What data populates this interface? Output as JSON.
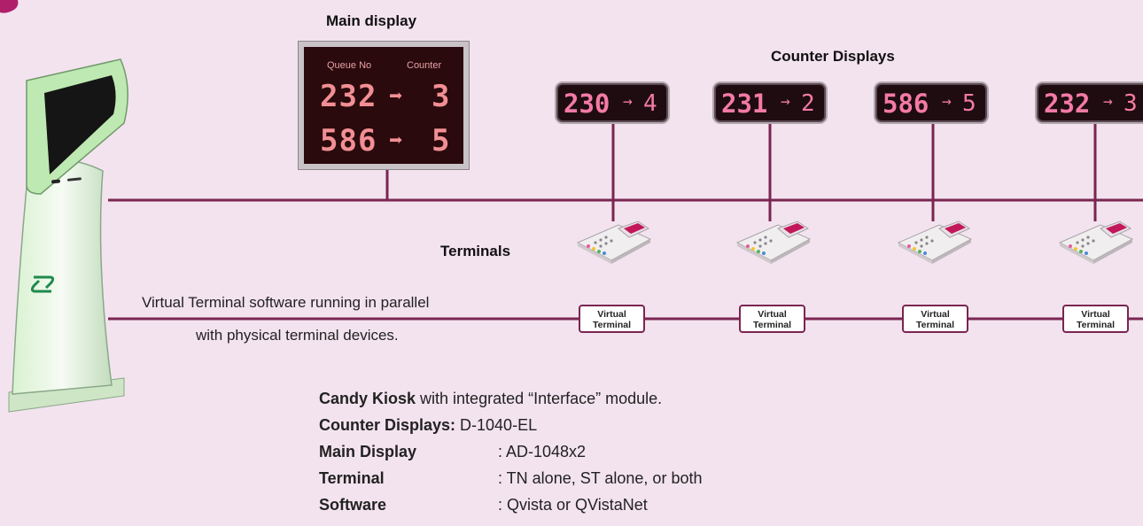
{
  "labels": {
    "main_display": "Main display",
    "counter_displays": "Counter Displays",
    "terminals": "Terminals",
    "virtual_desc_line1": "Virtual Terminal software running in parallel",
    "virtual_desc_line2": "with physical terminal devices."
  },
  "main_display": {
    "header_left": "Queue No",
    "header_right": "Counter",
    "rows": [
      {
        "queue": "232",
        "arrow": "➡",
        "counter": "3"
      },
      {
        "queue": "586",
        "arrow": "➡",
        "counter": "5"
      }
    ]
  },
  "counter_displays": [
    {
      "queue": "230",
      "arrow": "→",
      "counter": "4"
    },
    {
      "queue": "231",
      "arrow": "→",
      "counter": "2"
    },
    {
      "queue": "586",
      "arrow": "→",
      "counter": "5"
    },
    {
      "queue": "232",
      "arrow": "→",
      "counter": "3"
    }
  ],
  "virtual_terminals": [
    {
      "line1": "Virtual",
      "line2": "Terminal"
    },
    {
      "line1": "Virtual",
      "line2": "Terminal"
    },
    {
      "line1": "Virtual",
      "line2": "Terminal"
    },
    {
      "line1": "Virtual",
      "line2": "Terminal"
    }
  ],
  "legend": {
    "kiosk_key": "Candy Kiosk",
    "kiosk_val": " with integrated “Interface” module.",
    "counter_key": "Counter Displays:",
    "counter_val": " D-1040-EL",
    "main_key": "Main Display",
    "main_val": ": AD-1048x2",
    "terminal_key": "Terminal",
    "terminal_val": ": TN alone, ST alone, or both",
    "software_key": "Software",
    "software_val": ": Qvista or QVistaNet"
  },
  "colors": {
    "line": "#7a2650",
    "background": "#f3e3ef",
    "kiosk_green": "#bfe9b2",
    "led": "#f47aa6"
  }
}
